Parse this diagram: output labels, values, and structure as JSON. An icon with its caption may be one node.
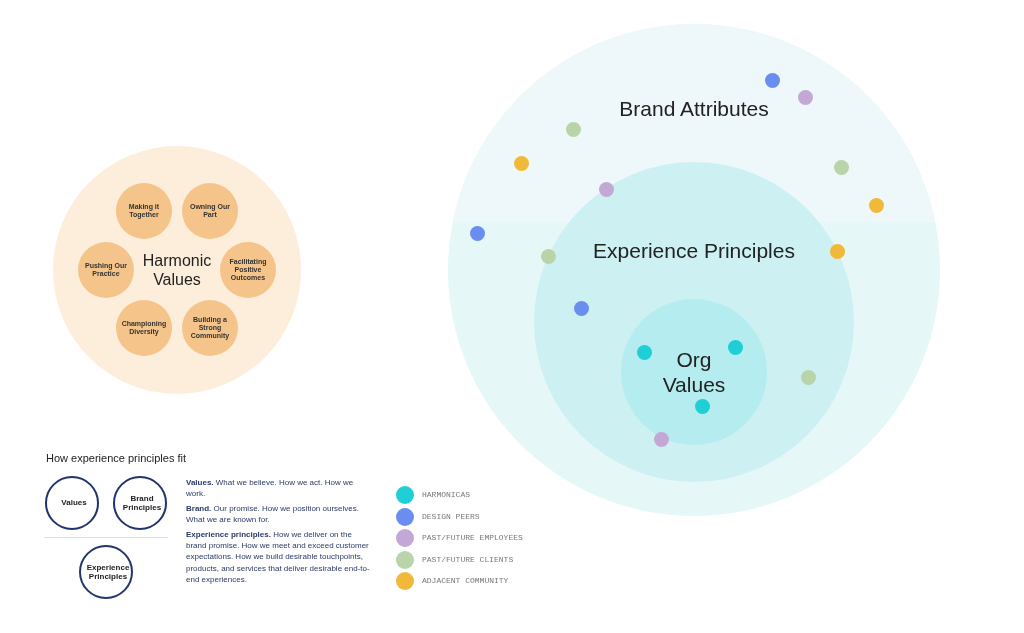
{
  "diagram": {
    "nodes": [
      {
        "text": [
          "Harmonic Values"
        ]
      },
      {
        "text": [
          "Making it Together"
        ],
        "in": 0
      },
      {
        "text": [
          "Owning Our Part"
        ],
        "in": 0
      },
      {
        "text": [
          "Pushing Our Practice"
        ],
        "in": 0
      },
      {
        "text": [
          "Facilitating Positive Outcomes"
        ],
        "in": 0
      },
      {
        "text": [
          "Championing Diversity"
        ],
        "in": 0
      },
      {
        "text": [
          "Building a Strong Community"
        ],
        "in": 0
      },
      {
        "text": [
          "Brand Attributes"
        ]
      },
      {
        "text": [
          "Experience Principles"
        ],
        "in": 7
      },
      {
        "text": [
          "Org Values"
        ],
        "in": 8
      },
      {
        "text": [
          "Values"
        ]
      },
      {
        "text": [
          "Brand Principles"
        ]
      },
      {
        "text": [
          "Experience Principles"
        ]
      }
    ],
    "edges": [],
    "labels": [
      "How experience principles fit",
      "**Values.** What we believe. How we act. How we work.",
      "**Brand.** Our promise. How we position ourselves. What we are known for.",
      "**Experience principles.** How we deliver on the brand promise. How we meet and exceed customer expectations. How we build desirable touchpoints, products, and services that deliver desirable end-to-end experiences."
    ],
    "legend": [
      {
        "text": "HARMONICAS",
        "color": "#1ecfd6"
      },
      {
        "text": "DESIGN PEERS",
        "color": "#6a8ef0"
      },
      {
        "text": "PAST/FUTURE EMPLOYEES",
        "color": "#c3a8d6"
      },
      {
        "text": "PAST/FUTURE CLIENTS",
        "color": "#b9d4a9"
      },
      {
        "text": "ADJACENT COMMUNITY",
        "color": "#f0b93a"
      }
    ]
  }
}
